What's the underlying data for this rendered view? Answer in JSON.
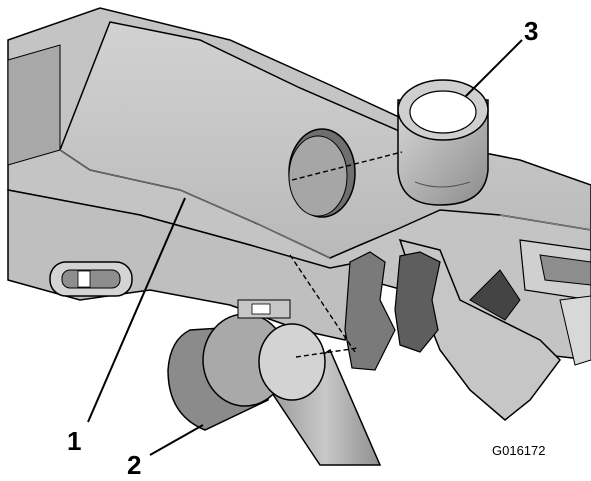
{
  "figure": {
    "callouts": [
      {
        "label": "1"
      },
      {
        "label": "2"
      },
      {
        "label": "3"
      }
    ],
    "figure_id": "G016172",
    "colors": {
      "metal_light": "#c9c9c9",
      "metal_mid": "#b4b4b4",
      "metal_dark": "#8a8a8a",
      "shadow": "#555555",
      "outline": "#000000"
    }
  }
}
